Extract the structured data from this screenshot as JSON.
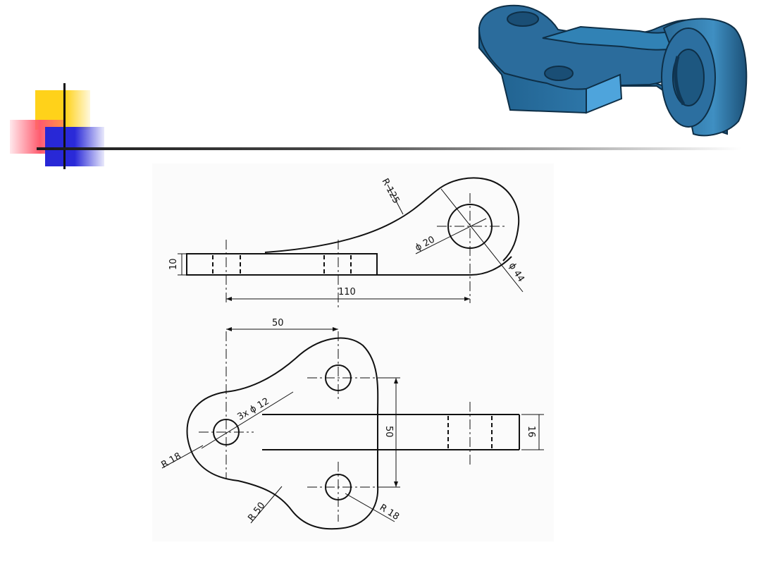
{
  "slide": {
    "accent_colors": {
      "yellow": "#FFD21A",
      "red": "#FF5B6E",
      "blue": "#2A2AD8",
      "part_blue": "#2C6FA0"
    }
  },
  "elevation_view": {
    "dim_radius_125": "R 125",
    "dim_thickness_10": "10",
    "dim_hole_dia_20": "ϕ 20",
    "dim_boss_dia_44": "ϕ 44",
    "dim_length_110": "110"
  },
  "plan_view": {
    "dim_offset_50": "50",
    "dim_holes_3x12": "3x ϕ 12",
    "dim_radius_18_left": "R 18",
    "dim_radius_50": "R 50",
    "dim_radius_18_right": "R 18",
    "dim_spacing_50": "50",
    "dim_width_16": "16"
  }
}
